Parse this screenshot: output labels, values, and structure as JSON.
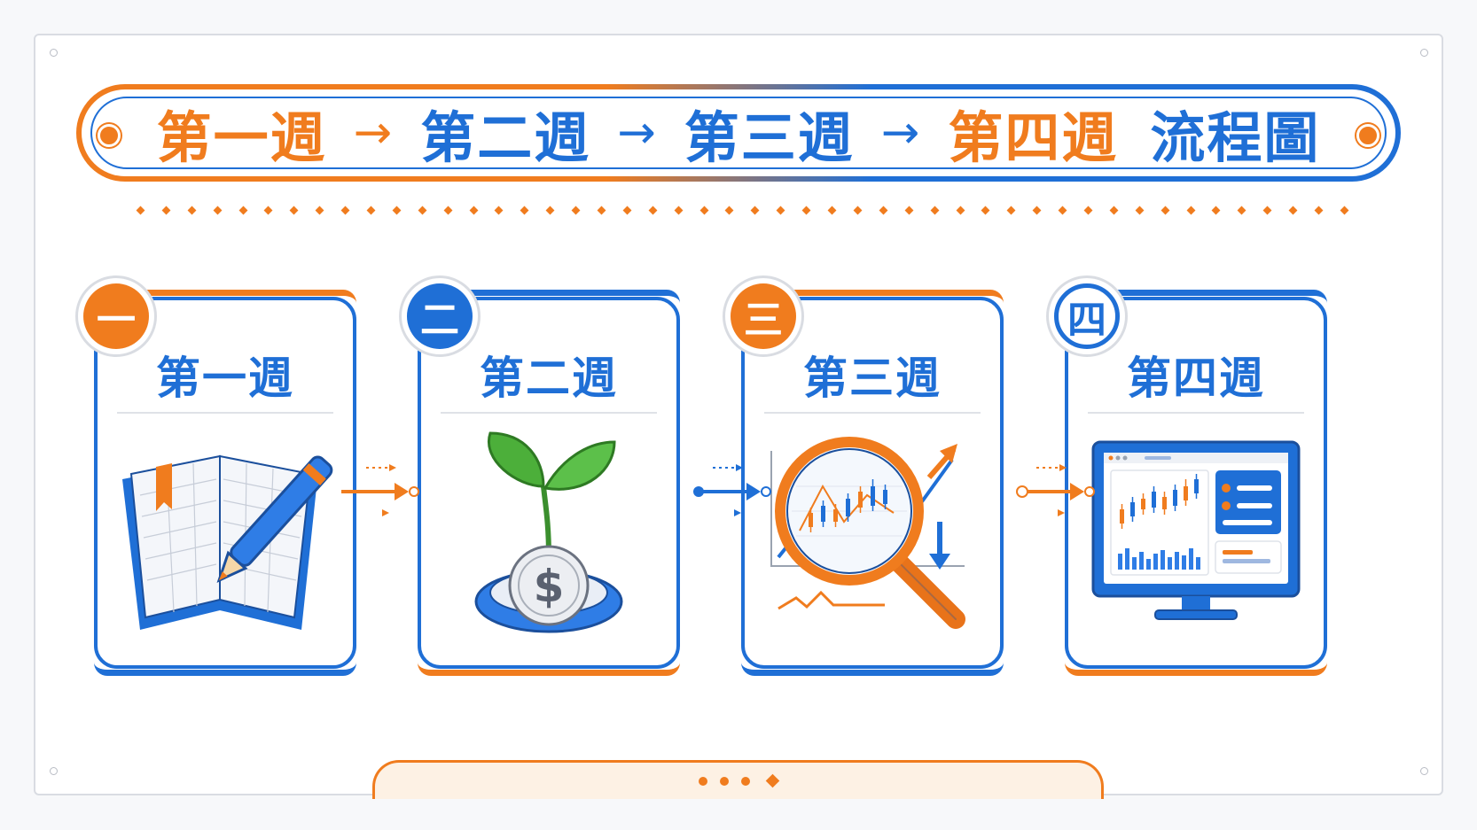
{
  "title": {
    "steps": [
      "第一週",
      "第二週",
      "第三週",
      "第四週"
    ],
    "arrow": "→",
    "suffix": "流程圖"
  },
  "cards": [
    {
      "badge": "一",
      "label": "第一週",
      "icon": "notebook-pen-icon",
      "color": "#f07c1e"
    },
    {
      "badge": "二",
      "label": "第二週",
      "icon": "sprout-coin-icon",
      "color": "#1f6fd6"
    },
    {
      "badge": "三",
      "label": "第三週",
      "icon": "magnifier-chart-icon",
      "color": "#f07c1e"
    },
    {
      "badge": "四",
      "label": "第四週",
      "icon": "monitor-dashboard-icon",
      "color": "#1f6fd6"
    }
  ],
  "colors": {
    "orange": "#f07c1e",
    "blue": "#1f6fd6",
    "green": "#4caf3a"
  }
}
